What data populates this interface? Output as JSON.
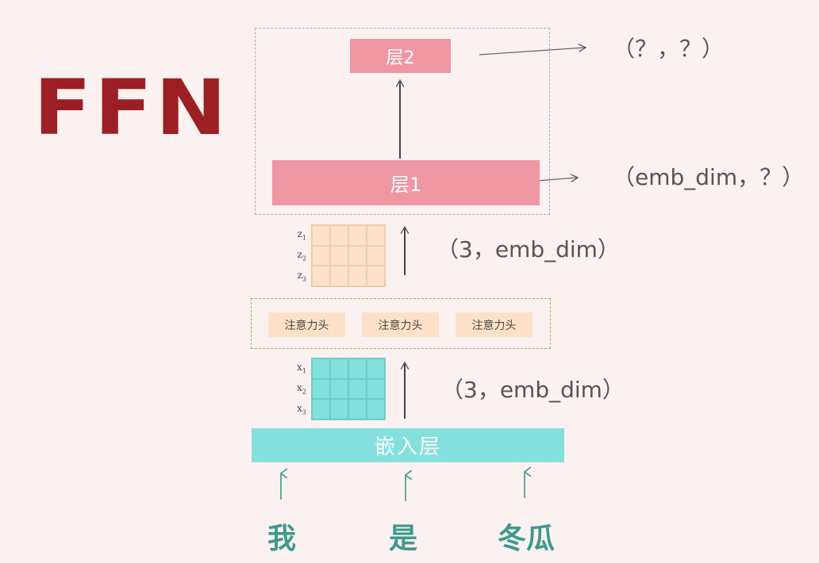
{
  "title": "FFN",
  "layers": {
    "layer2": "层2",
    "layer1": "层1",
    "attention_heads": [
      "注意力头",
      "注意力头",
      "注意力头"
    ],
    "embedding": "嵌入层"
  },
  "shapes": {
    "layer2_out": "（？，？）",
    "layer1_out": "（emb_dim，？）",
    "z_out": "（3，emb_dim）",
    "x_out": "（3，emb_dim）"
  },
  "z_labels": [
    "z",
    "z",
    "z"
  ],
  "z_subs": [
    "1",
    "2",
    "3"
  ],
  "x_labels": [
    "x",
    "x",
    "x"
  ],
  "x_subs": [
    "1",
    "2",
    "3"
  ],
  "tokens": [
    "我",
    "是",
    "冬瓜"
  ],
  "colors": {
    "background": "#fbf1f0",
    "title": "#9c1f23",
    "layer": "#ef97a3",
    "attention": "#fde1c6",
    "embedding": "#83e0dc",
    "token": "#3c9a8d"
  }
}
